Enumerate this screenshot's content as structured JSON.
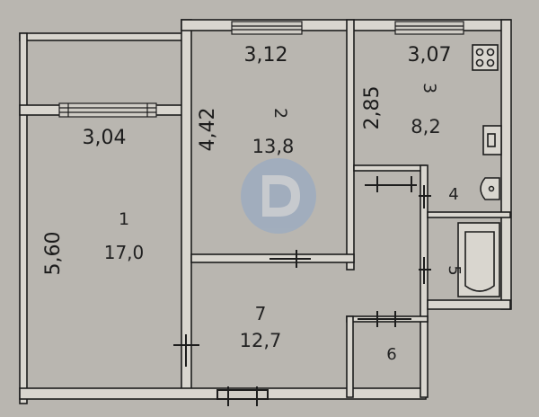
{
  "plan": {
    "dimensions": {
      "d_304": "3,04",
      "d_312": "3,12",
      "d_307": "3,07",
      "d_442": "4,42",
      "d_285": "2,85",
      "d_560": "5,60"
    },
    "rooms": {
      "r1": {
        "number": "1",
        "area": "17,0"
      },
      "r2": {
        "number": "2",
        "area": "13,8"
      },
      "r3": {
        "number": "3",
        "area": "8,2"
      },
      "r4": {
        "number": "4"
      },
      "r5": {
        "number": "5"
      },
      "r6": {
        "number": "6"
      },
      "r7": {
        "number": "7",
        "area": "12,7"
      }
    },
    "colors": {
      "paper": "#b9b6b0",
      "wall_fill": "#d9d6cf",
      "line": "#1d1d1d",
      "watermark": "#8fa7c9"
    },
    "icons": [
      "stove-icon",
      "sink-icon",
      "washbasin-icon",
      "bathtub-icon",
      "watermark-logo"
    ]
  }
}
